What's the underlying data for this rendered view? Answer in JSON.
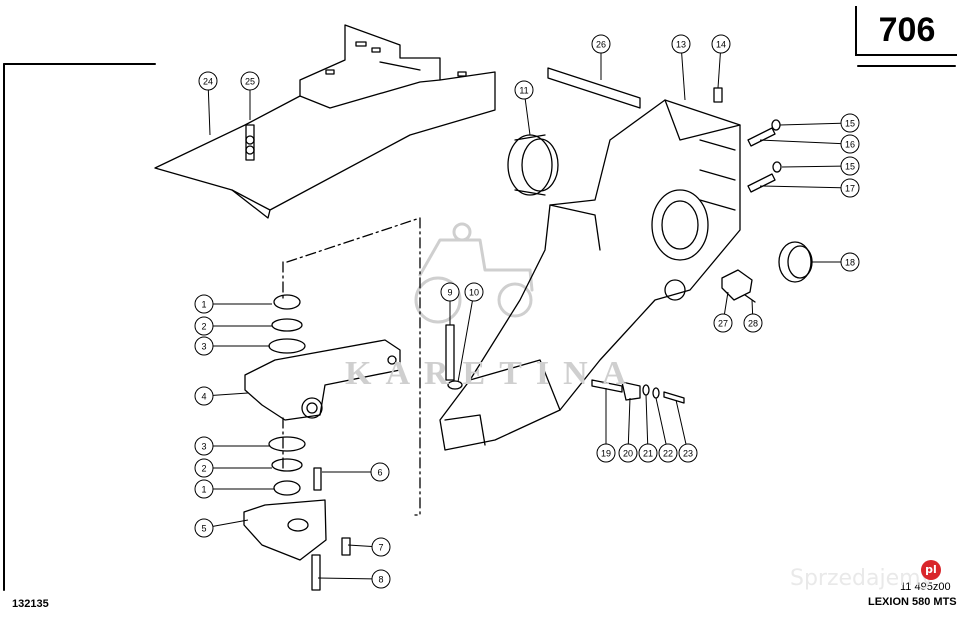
{
  "header": {
    "page_number": "706"
  },
  "footer": {
    "drawing_number": "132135",
    "reference": "11 495z00",
    "model": "LEXION 580 MTS"
  },
  "watermark": {
    "text": "KARETINA",
    "brand": "Sprzedajemy",
    "badge": "pl"
  },
  "callouts": [
    "1",
    "2",
    "3",
    "4",
    "3",
    "2",
    "1",
    "5",
    "6",
    "7",
    "8",
    "9",
    "10",
    "11",
    "13",
    "14",
    "15",
    "16",
    "15",
    "17",
    "18",
    "19",
    "20",
    "21",
    "22",
    "23",
    "24",
    "25",
    "26",
    "27",
    "28"
  ]
}
